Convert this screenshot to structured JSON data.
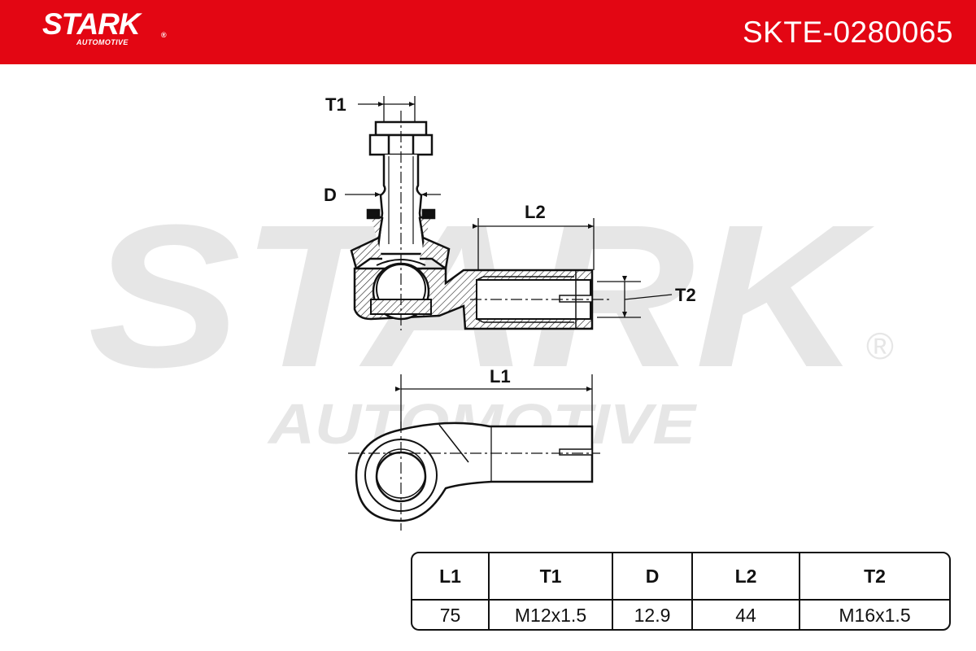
{
  "header": {
    "brand_name": "STARK",
    "brand_registered": "®",
    "brand_subtitle": "AUTOMOTIVE",
    "part_number": "SKTE-0280065",
    "background_color": "#e30613"
  },
  "watermark": {
    "main": "STARK",
    "sub": "AUTOMOTIVE",
    "registered": "®"
  },
  "drawing": {
    "labels": {
      "t1": "T1",
      "d": "D",
      "l2": "L2",
      "t2": "T2",
      "l1": "L1"
    }
  },
  "spec_table": {
    "headers": [
      "L1",
      "T1",
      "D",
      "L2",
      "T2"
    ],
    "values": [
      "75",
      "M12x1.5",
      "12.9",
      "44",
      "M16x1.5"
    ]
  }
}
